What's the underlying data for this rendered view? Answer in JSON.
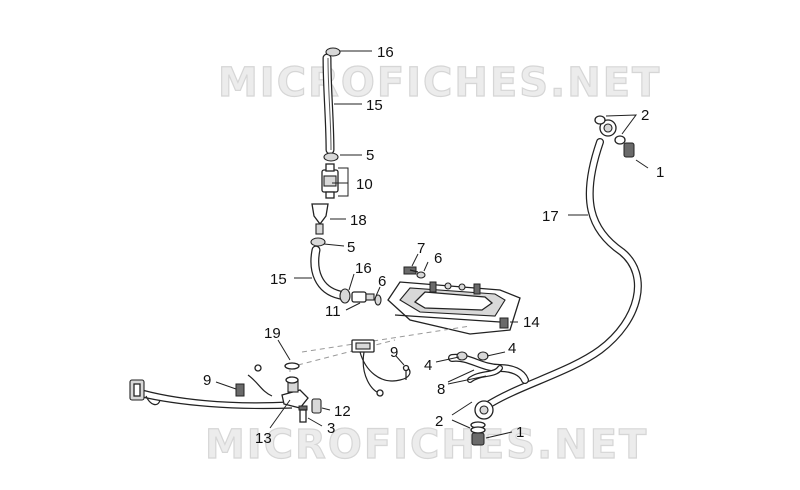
{
  "watermark": {
    "top": "MICROFICHES.NET",
    "bottom": "MICROFICHES.NET"
  },
  "callouts": {
    "c1_top": "1",
    "c1_bottom": "1",
    "c2_top": "2",
    "c2_bottom": "2",
    "c3": "3",
    "c4_left": "4",
    "c4_right": "4",
    "c5_upper": "5",
    "c5_lower": "5",
    "c6_upper": "6",
    "c6_lower": "6",
    "c7": "7",
    "c8": "8",
    "c9_left": "9",
    "c9_right": "9",
    "c10": "10",
    "c11": "11",
    "c12": "12",
    "c13": "13",
    "c14": "14",
    "c15_upper": "15",
    "c15_lower": "15",
    "c16_upper": "16",
    "c16_lower": "16",
    "c17": "17",
    "c18": "18",
    "c19": "19"
  }
}
